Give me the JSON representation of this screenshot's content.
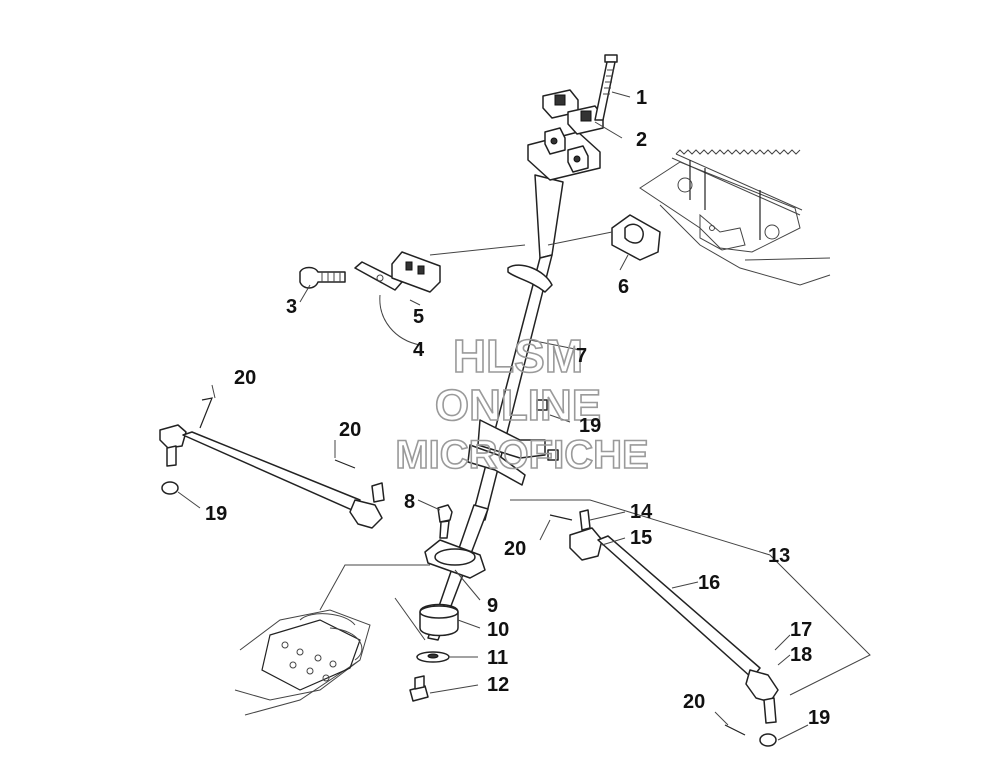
{
  "watermark": {
    "line1": "HLSM",
    "line2": "ONLINE",
    "line3": "MICROFICHE"
  },
  "callouts": {
    "c1": "1",
    "c2": "2",
    "c3": "3",
    "c4": "4",
    "c5": "5",
    "c6": "6",
    "c7": "7",
    "c8": "8",
    "c9": "9",
    "c10": "10",
    "c11": "11",
    "c12": "12",
    "c13": "13",
    "c14": "14",
    "c15": "15",
    "c16": "16",
    "c17": "17",
    "c18": "18",
    "c19a": "19",
    "c19b": "19",
    "c19c": "19",
    "c20a": "20",
    "c20b": "20",
    "c20c": "20"
  }
}
